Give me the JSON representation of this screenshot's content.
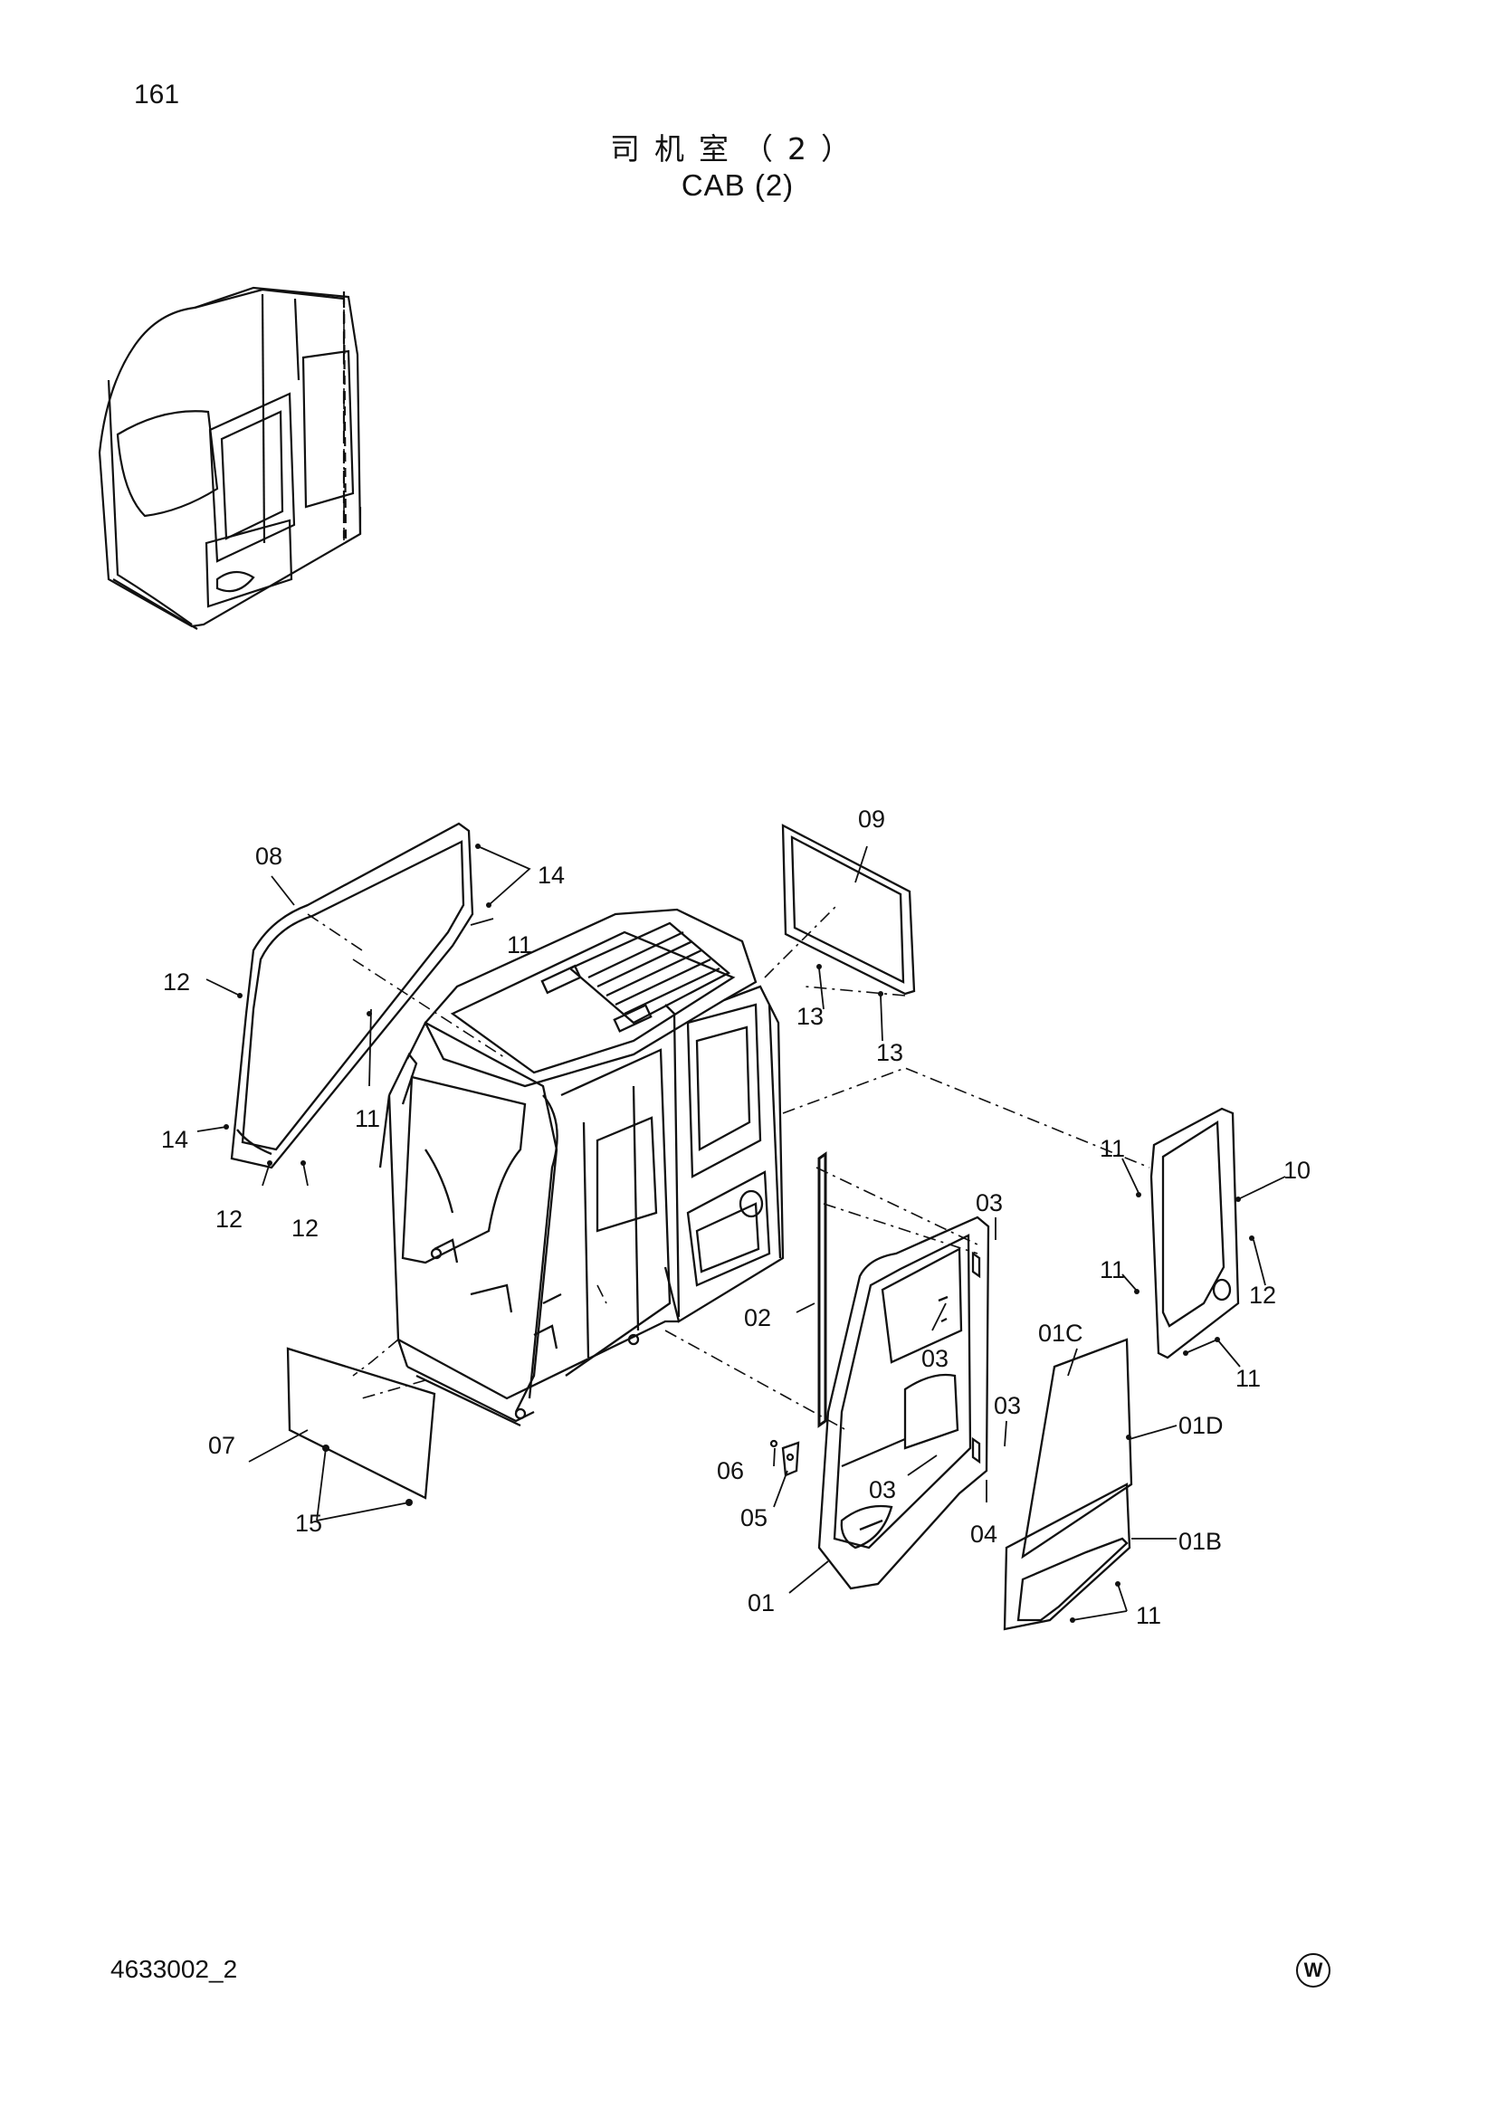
{
  "page": {
    "number": "161",
    "title_cn": "司机室（2）",
    "title_en": "CAB (2)",
    "doc_code": "4633002_2",
    "mark": "W"
  },
  "callouts": {
    "c08": "08",
    "c14a": "14",
    "c11a": "11",
    "c12a": "12",
    "c11b": "11",
    "c14b": "14",
    "c12b": "12",
    "c12c": "12",
    "c09": "09",
    "c13a": "13",
    "c13b": "13",
    "c11c": "11",
    "c10": "10",
    "c11d": "11",
    "c12d": "12",
    "c11e": "11",
    "c03a": "03",
    "c02": "02",
    "c03b": "03",
    "c03c": "03",
    "c01C": "01C",
    "c01D": "01D",
    "c06": "06",
    "c03d": "03",
    "c05": "05",
    "c04": "04",
    "c01B": "01B",
    "c01": "01",
    "c11f": "11",
    "c07": "07",
    "c15": "15"
  }
}
